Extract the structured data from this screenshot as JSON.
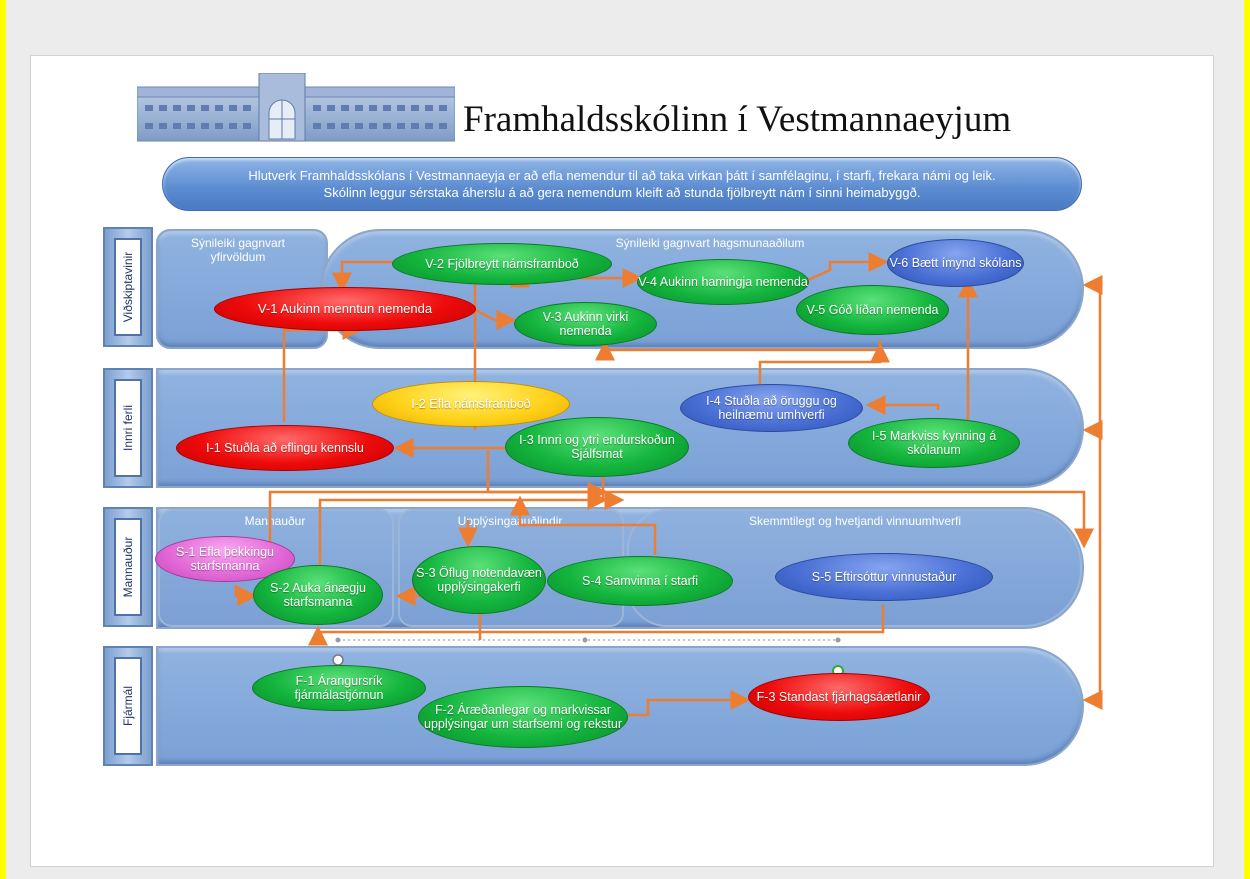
{
  "title": "Framhaldsskólinn í Vestmannaeyjum",
  "mission": {
    "line1": "Hlutverk Framhaldsskólans í Vestmannaeyja er að efla nemendur til að taka virkan þátt í samfélaginu, í starfi, frekara námi og leik.",
    "line2": "Skólinn leggur sérstaka áherslu á að gera nemendum kleift að stunda fjölbreytt nám í sinni heimabyggð."
  },
  "perspectives": {
    "customers": "Viðskiptavinir",
    "internal": "Innri ferli",
    "people": "Mannauður",
    "finance": "Fjármál"
  },
  "subareas": {
    "authorities": "Sýnileiki gagnvart yfirvöldum",
    "stakeholders": "Sýnileiki gagnvart hagsmunaaðilum",
    "human_capital": "Mannauður",
    "information": "Upplýsingaauðlindir",
    "work_env": "Skemmtilegt og hvetjandi vinnuumhverfi"
  },
  "nodes": {
    "V1": "V-1 Aukinn menntun nemenda",
    "V2": "V-2 Fjölbreytt námsframboð",
    "V3": "V-3 Aukinn virki nemenda",
    "V4": "V-4 Aukinn hamingja nemenda",
    "V5": "V-5 Góð líðan nemenda",
    "V6": "V-6 Bætt ímynd skólans",
    "I1": "I-1 Stuðla að eflingu kennslu",
    "I2": "I-2 Efla námsframboð",
    "I3": "I-3 Innri og ytri endurskoðun Sjálfsmat",
    "I4": "I-4 Stuðla að öruggu og heilnæmu umhverfi",
    "I5": "I-5 Markviss kynning á skólanum",
    "S1": "S-1 Efla þekkingu starfsmanna",
    "S2": "S-2 Auka ánægju starfsmanna",
    "S3": "S-3 Öflug notendavæn upplýsingakerfi",
    "S4": "S-4 Samvinna í starfi",
    "S5": "S-5 Eftirsóttur vinnustaður",
    "F1": "F-1 Árangursrík fjármálastjórnun",
    "F2": "F-2 Áræðanlegar og markvissar upplýsingar um starfsemi og rekstur",
    "F3": "F-3 Standast fjárhagsáætlanir"
  },
  "colors": {
    "arrow": "#ed7d31",
    "band": "#7aa0d6",
    "green": "#13b53d",
    "red": "#ee0b0b",
    "blue": "#4a70d6",
    "yellow": "#ffd21a",
    "pink": "#e36ad8",
    "edge": "#ffff00"
  }
}
